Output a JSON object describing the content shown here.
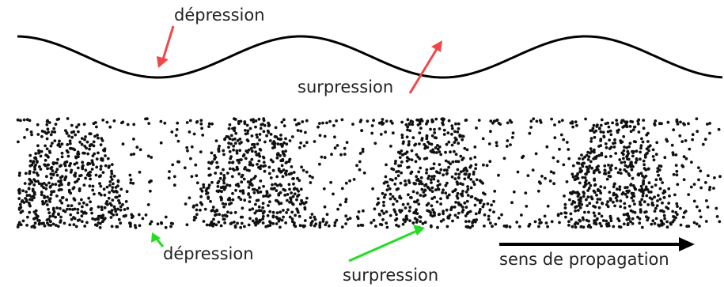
{
  "labels": {
    "depression_top": "dépression",
    "surpression_top": "surpression",
    "depression_bottom": "dépression",
    "surpression_bottom": "surpression",
    "propagation": "sens de propagation"
  },
  "colors": {
    "wave": "#000000",
    "particles": "#111111",
    "arrow_top": "#f04848",
    "arrow_bottom": "#22dd22",
    "propagation_arrow": "#000000",
    "background": "#ffffff"
  }
}
